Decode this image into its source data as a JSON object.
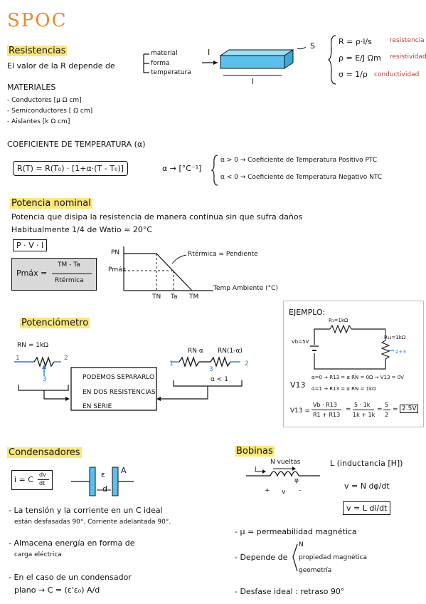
{
  "title": "SPOC",
  "resistencias": {
    "heading": "Resistencias",
    "intro": "El valor de la R depende de",
    "depends": [
      "material",
      "forma",
      "temperatura"
    ],
    "I_label": "I",
    "S_label": "S",
    "l_label": "l",
    "formulas": [
      {
        "expr": "R = ρ·l/s",
        "name": "resistencia"
      },
      {
        "expr": "ρ = E/J  Ωm",
        "name": "resistividad"
      },
      {
        "expr": "σ = 1/ρ",
        "name": "conductividad"
      }
    ]
  },
  "materiales": {
    "heading": "MATERIALES",
    "items": [
      "- Conductores   [μ Ω cm]",
      "- Semiconductores [ Ω cm]",
      "- Aislantes  [k Ω cm]"
    ]
  },
  "coef": {
    "heading": "COEFICIENTE DE TEMPERATURA  (α)",
    "formula": "R(T) = R(T₀) · [1+α·(T - T₀)]",
    "unit": "α → [°C⁻¹]",
    "ptc": "α > 0  →  Coeficiente de Temperatura Positivo   PTC",
    "ntc": "α < 0  →  Coeficiente de Temperatura Negativo   NTC"
  },
  "potencia": {
    "heading": "Potencia nominal",
    "line1": "Potencia que disipa la resistencia de manera continua sin que sufra daños",
    "line2": "Habitualmente 1/4 de Watio ≈ 20°C",
    "pv": "P · V · I",
    "pmax_lhs": "Pmáx =",
    "pmax_num": "TM - Ta",
    "pmax_den": "Rtérmica",
    "graph_pn": "PN",
    "graph_pmax": "Pmáx",
    "graph_slope": "Rtérmica = Pendiente",
    "graph_tn": "TN",
    "graph_ta": "Ta",
    "graph_tm": "TM",
    "graph_x": "Temp Ambiente (°C)"
  },
  "potenciometro": {
    "heading": "Potenciómetro",
    "rn": "RN = 1kΩ",
    "box": [
      "PODEMOS SEPARARLO",
      "EN DOS RESISTENCIAS",
      "EN SERIE"
    ],
    "rn_a": "RN·α",
    "rn_1a": "RN(1-α)",
    "alpha": "α < 1",
    "n1": "1",
    "n2": "2",
    "n3": "3"
  },
  "ejemplo": {
    "heading": "EJEMPLO:",
    "r1": "R₁=1kΩ",
    "r2": "R₁₃=1kΩ",
    "vb": "Vb=5V",
    "v13_label": "V13",
    "case1": "α=0 → R13 = α RN = 0Ω → V13 = 0V",
    "case2": "α=1 → R13 = α RN = 1kΩ",
    "eq_lhs": "V13 =",
    "eq_num": "Vb · R13",
    "eq_den": "R1 + R13",
    "eq_num2": "5 · 1k",
    "eq_den2": "1k + 1k",
    "eq_frac_num": "5",
    "eq_frac_den": "2",
    "eq_result": "2.5V",
    "n23": "2+3"
  },
  "condensadores": {
    "heading": "Condensadores",
    "formula_lhs": "i = C",
    "formula_num": "dv",
    "formula_den": "dt",
    "cap_e": "ε",
    "cap_d": "d",
    "cap_a": "A",
    "bullets": [
      [
        "- La tensión y la corriente en un C ideal",
        "están desfasadas 90°. Corriente adelantada 90°."
      ],
      [
        "- Almacena energía en forma de",
        "carga eléctrica"
      ],
      [
        "- En el caso de un condensador",
        "plano → C = (ε'ε₀) A/d"
      ]
    ]
  },
  "bobinas": {
    "heading": "Bobinas",
    "n_vueltas": "N vueltas",
    "i": "i",
    "phi": "φ",
    "plus": "+",
    "v": "v",
    "minus": "-",
    "inductancia": "L (inductancia [H])",
    "eq1": "v = N dφ/dt",
    "eq2": "v = L di/dt",
    "mu": "- μ = permeabilidad magnética",
    "depende": "- Depende de",
    "dep_items": [
      "N",
      "propiedad magnética",
      "geometría"
    ],
    "desfase": "- Desfase ideal : retraso 90°"
  },
  "colors": {
    "accent": "#e88a2a",
    "highlight": "#fbe77a",
    "blue": "#5bc0eb",
    "red": "#c0392b"
  }
}
